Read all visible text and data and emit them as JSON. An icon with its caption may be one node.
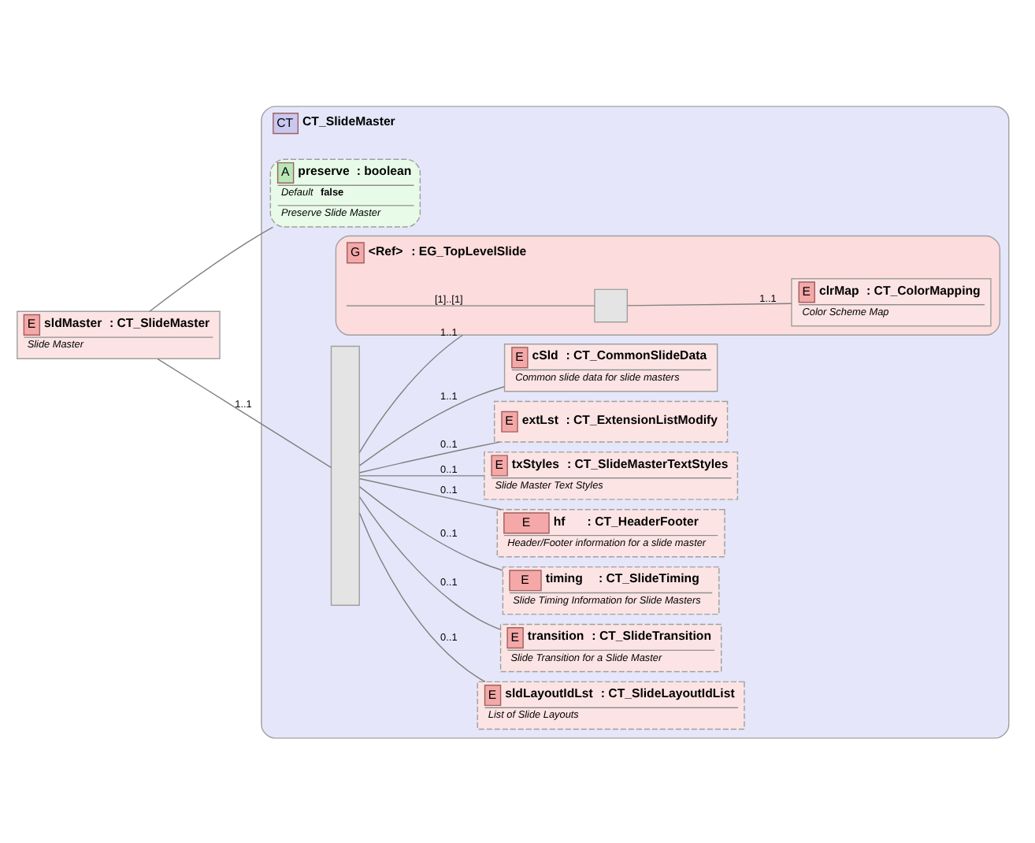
{
  "diagram": {
    "nodes": [
      {
        "text": [
          "E",
          "sldMaster",
          ": CT_SlideMaster",
          "Slide Master"
        ]
      },
      {
        "text": [
          "CT",
          "CT_SlideMaster"
        ]
      },
      {
        "text": [
          "A",
          "preserve",
          ": boolean",
          "Default",
          "false",
          "Preserve Slide Master"
        ],
        "in": 1
      },
      {
        "text": [],
        "shape": "bar",
        "in": 1
      },
      {
        "text": [
          "E",
          "cSld",
          ": CT_CommonSlideData",
          "Common slide data for slide masters"
        ],
        "in": 1
      },
      {
        "text": [
          "G",
          "<Ref>",
          ": EG_TopLevelSlide"
        ],
        "in": 1
      },
      {
        "text": [],
        "shape": "box",
        "in": 5
      },
      {
        "text": [
          "E",
          "clrMap",
          ": CT_ColorMapping",
          "Color Scheme Map"
        ],
        "in": 5
      },
      {
        "text": [
          "E",
          "sldLayoutIdLst",
          ": CT_SlideLayoutIdList",
          "List of Slide Layouts"
        ],
        "in": 1
      },
      {
        "text": [
          "E",
          "transition",
          ": CT_SlideTransition",
          "Slide Transition for a Slide Master"
        ],
        "in": 1
      },
      {
        "text": [
          "E",
          "timing",
          ": CT_SlideTiming",
          "Slide Timing Information for Slide Masters"
        ],
        "in": 1
      },
      {
        "text": [
          "E",
          "hf",
          ": CT_HeaderFooter",
          "Header/Footer information for a slide master"
        ],
        "in": 1
      },
      {
        "text": [
          "E",
          "txStyles",
          ": CT_SlideMasterTextStyles",
          "Slide Master Text Styles"
        ],
        "in": 1
      },
      {
        "text": [
          "E",
          "extLst",
          ": CT_ExtensionListModify"
        ],
        "in": 1
      }
    ],
    "edges": [
      {
        "from": 0,
        "to": 2,
        "arrow": "none"
      },
      {
        "from": 0,
        "to": 3,
        "arrow": "none",
        "label": "1..1"
      },
      {
        "from": 3,
        "to": 4,
        "arrow": "none",
        "label": "1..1"
      },
      {
        "from": 3,
        "to": 5,
        "arrow": "none",
        "label": "1..1"
      },
      {
        "from": 5,
        "to": 6,
        "arrow": "none",
        "label": "[1]..[1]"
      },
      {
        "from": 6,
        "to": 7,
        "arrow": "none",
        "label": "1..1"
      },
      {
        "from": 3,
        "to": 8,
        "arrow": "none",
        "label": "0..1"
      },
      {
        "from": 3,
        "to": 9,
        "arrow": "none",
        "label": "0..1"
      },
      {
        "from": 3,
        "to": 10,
        "arrow": "none",
        "label": "0..1"
      },
      {
        "from": 3,
        "to": 11,
        "arrow": "none",
        "label": "0..1"
      },
      {
        "from": 3,
        "to": 12,
        "arrow": "none",
        "label": "0..1"
      },
      {
        "from": 3,
        "to": 13,
        "arrow": "none",
        "label": "0..1"
      }
    ]
  }
}
